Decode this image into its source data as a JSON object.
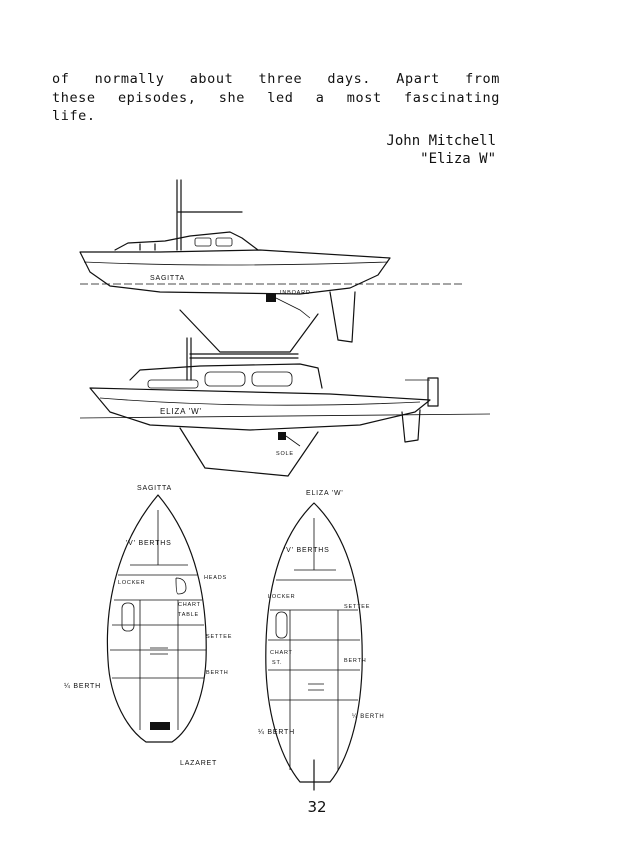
{
  "text": {
    "lines": [
      "of normally about three days. Apart from",
      "these episodes, she led a most fascinating",
      "life."
    ],
    "author": "John Mitchell",
    "boat": "\"Eliza W\""
  },
  "sketch": {
    "top_boat_name": "SAGITTA",
    "top_inboard_label": "INBOARD",
    "bottom_boat_name": "ELIZA 'W'",
    "bottom_sole_label": "SOLE",
    "plan_left_title": "SAGITTA",
    "plan_right_title": "ELIZA 'W'",
    "left": {
      "v_berths": "'V' BERTHS",
      "locker": "LOCKER",
      "heads": "HEADS",
      "chart_table_1": "CHART",
      "chart_table_2": "TABLE",
      "settee": "SETTEE",
      "berth": "BERTH",
      "quarter_berth": "¼ BERTH",
      "lazaret": "LAZARET"
    },
    "right": {
      "v_berths": "'V' BERTHS",
      "locker": "LOCKER",
      "settee": "SETTEE",
      "chart_1": "CHART",
      "chart_2": "ST.",
      "berth": "BERTH",
      "quarter_berth_left": "¼ BERTH",
      "quarter_berth_right": "¼ BERTH"
    }
  },
  "page_number": "32"
}
